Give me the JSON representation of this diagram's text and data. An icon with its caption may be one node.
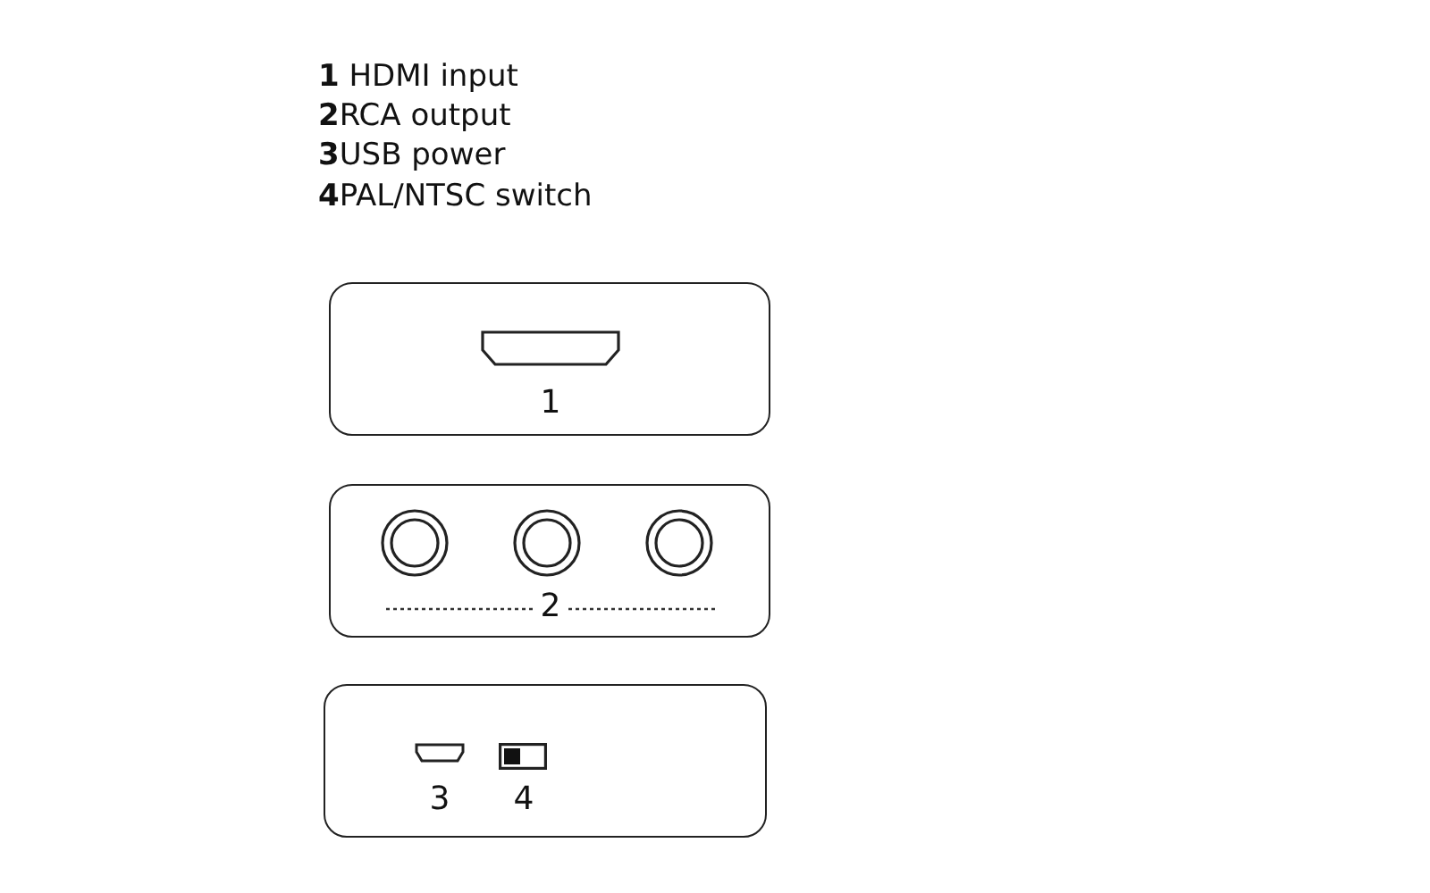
{
  "diagram": {
    "nodes": [
      {
        "text": [
          "1"
        ]
      },
      {
        "text": [
          "2"
        ]
      },
      {
        "text": [
          "3",
          "4"
        ]
      }
    ],
    "labels": [
      "**1** HDMI input",
      "**2**RCA output",
      "**3**USB power",
      "**4**PAL/NTSC switch"
    ]
  }
}
